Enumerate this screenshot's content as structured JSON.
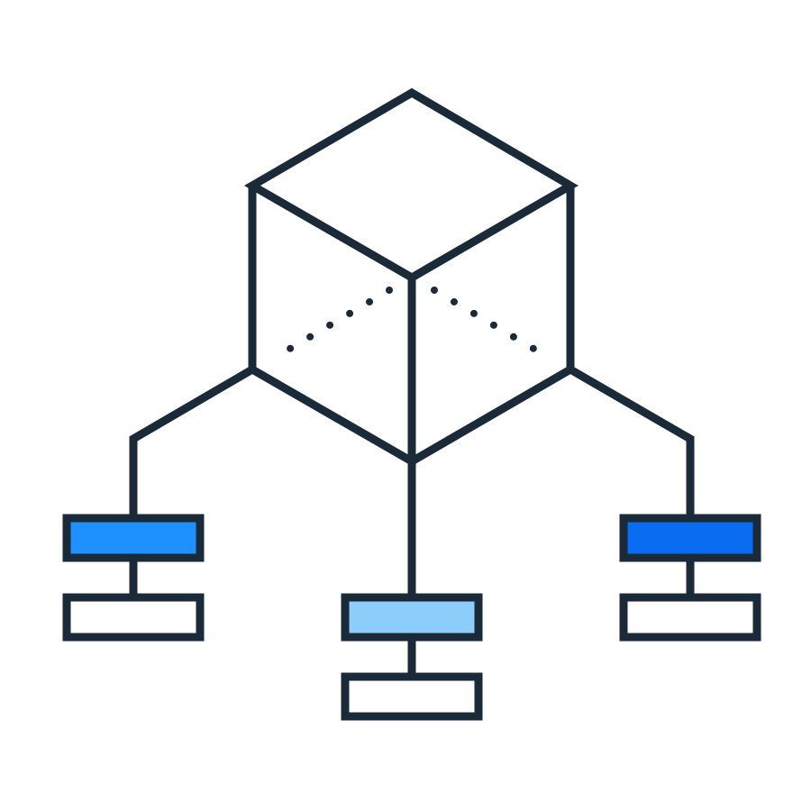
{
  "illustration": {
    "subject": "cube-hierarchy-icon",
    "colors": {
      "stroke": "#1b2a38",
      "background": "#ffffff",
      "box_blue_medium": "#1e90ff",
      "box_blue_light": "#8dcdfc",
      "box_blue_dark": "#0a6cf0",
      "box_empty": "#ffffff"
    },
    "branches": [
      {
        "name": "left",
        "top_box_fill": "box_blue_medium",
        "bottom_box_fill": "box_empty"
      },
      {
        "name": "center",
        "top_box_fill": "box_blue_light",
        "bottom_box_fill": "box_empty"
      },
      {
        "name": "right",
        "top_box_fill": "box_blue_dark",
        "bottom_box_fill": "box_empty"
      }
    ]
  }
}
